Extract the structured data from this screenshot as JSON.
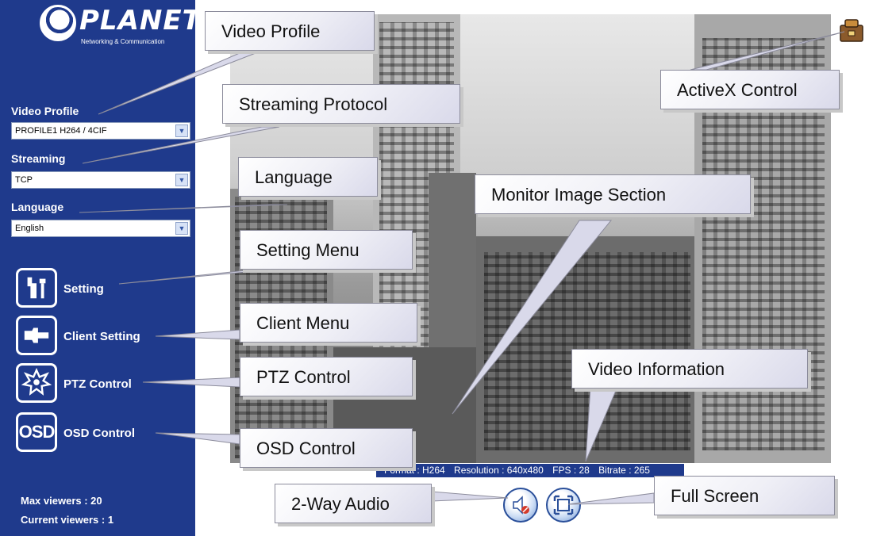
{
  "sidebar": {
    "logo": {
      "brand": "PLANET",
      "tagline": "Networking & Communication"
    },
    "video_profile": {
      "label": "Video Profile",
      "value": "PROFILE1 H264 / 4CIF"
    },
    "streaming": {
      "label": "Streaming",
      "value": "TCP"
    },
    "language": {
      "label": "Language",
      "value": "English"
    },
    "menu": [
      {
        "label": "Setting",
        "icon": "tools-icon"
      },
      {
        "label": "Client Setting",
        "icon": "wrench-icon"
      },
      {
        "label": "PTZ Control",
        "icon": "ptz-icon"
      },
      {
        "label": "OSD Control",
        "icon": "osd-icon",
        "icon_text": "OSD"
      }
    ],
    "max_viewers": "Max viewers : 20",
    "current_viewers": "Current viewers : 1"
  },
  "video_info": {
    "format": "Format : H264",
    "resolution": "Resolution : 640x480",
    "fps": "FPS : 28",
    "bitrate": "Bitrate : 265"
  },
  "callouts": {
    "video_profile": "Video Profile",
    "streaming_protocol": "Streaming Protocol",
    "language": "Language",
    "setting_menu": "Setting Menu",
    "client_menu": "Client Menu",
    "ptz_control": "PTZ Control",
    "osd_control": "OSD Control",
    "monitor_image": "Monitor Image Section",
    "video_information": "Video Information",
    "activex_control": "ActiveX Control",
    "two_way_audio": "2-Way Audio",
    "full_screen": "Full Screen"
  },
  "colors": {
    "sidebar_bg": "#1f3a8c",
    "callout_border": "#8c8c9c"
  }
}
